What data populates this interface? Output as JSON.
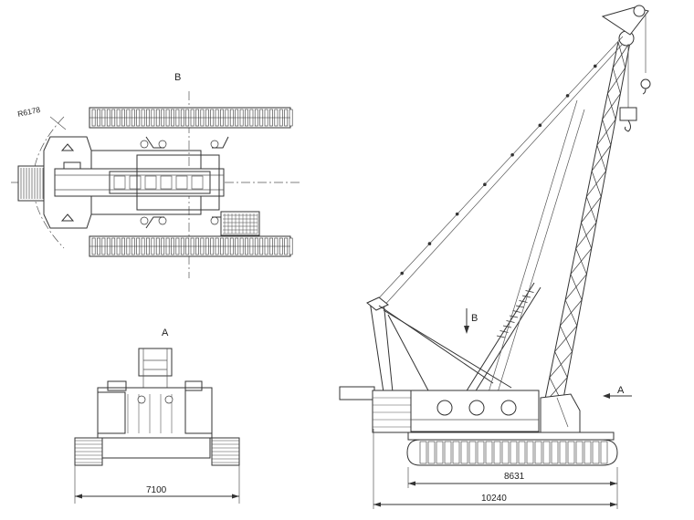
{
  "top_view": {
    "view_letter": "B",
    "radius_label": "R6178"
  },
  "front_view": {
    "view_letter": "A",
    "width_dimension": "7100"
  },
  "side_view": {
    "arrow_b_label": "B",
    "arrow_a_label": "A",
    "track_length_dimension": "8631",
    "overall_length_dimension": "10240"
  }
}
